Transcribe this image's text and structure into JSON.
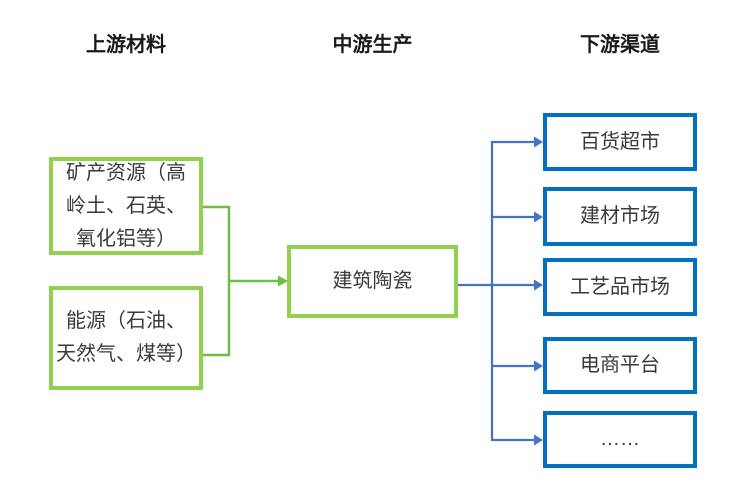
{
  "colors": {
    "green-border": "#92D050",
    "green-line": "#6EBE46",
    "blue-border": "#0070C0",
    "blue-line": "#4472C4",
    "text": "#3A3A3A",
    "heading": "#1A1A1A"
  },
  "headers": {
    "upstream": "上游材料",
    "midstream": "中游生产",
    "downstream": "下游渠道"
  },
  "upstream": {
    "boxes": [
      {
        "lines": [
          "矿产资源（高",
          "岭土、石英、",
          "氧化铝等）"
        ]
      },
      {
        "lines": [
          "能源（石油、",
          "天然气、煤等）"
        ]
      }
    ]
  },
  "midstream": {
    "box": {
      "label": "建筑陶瓷"
    }
  },
  "downstream": {
    "boxes": [
      {
        "label": "百货超市"
      },
      {
        "label": "建材市场"
      },
      {
        "label": "工艺品市场"
      },
      {
        "label": "电商平台"
      },
      {
        "label": "……"
      }
    ]
  }
}
